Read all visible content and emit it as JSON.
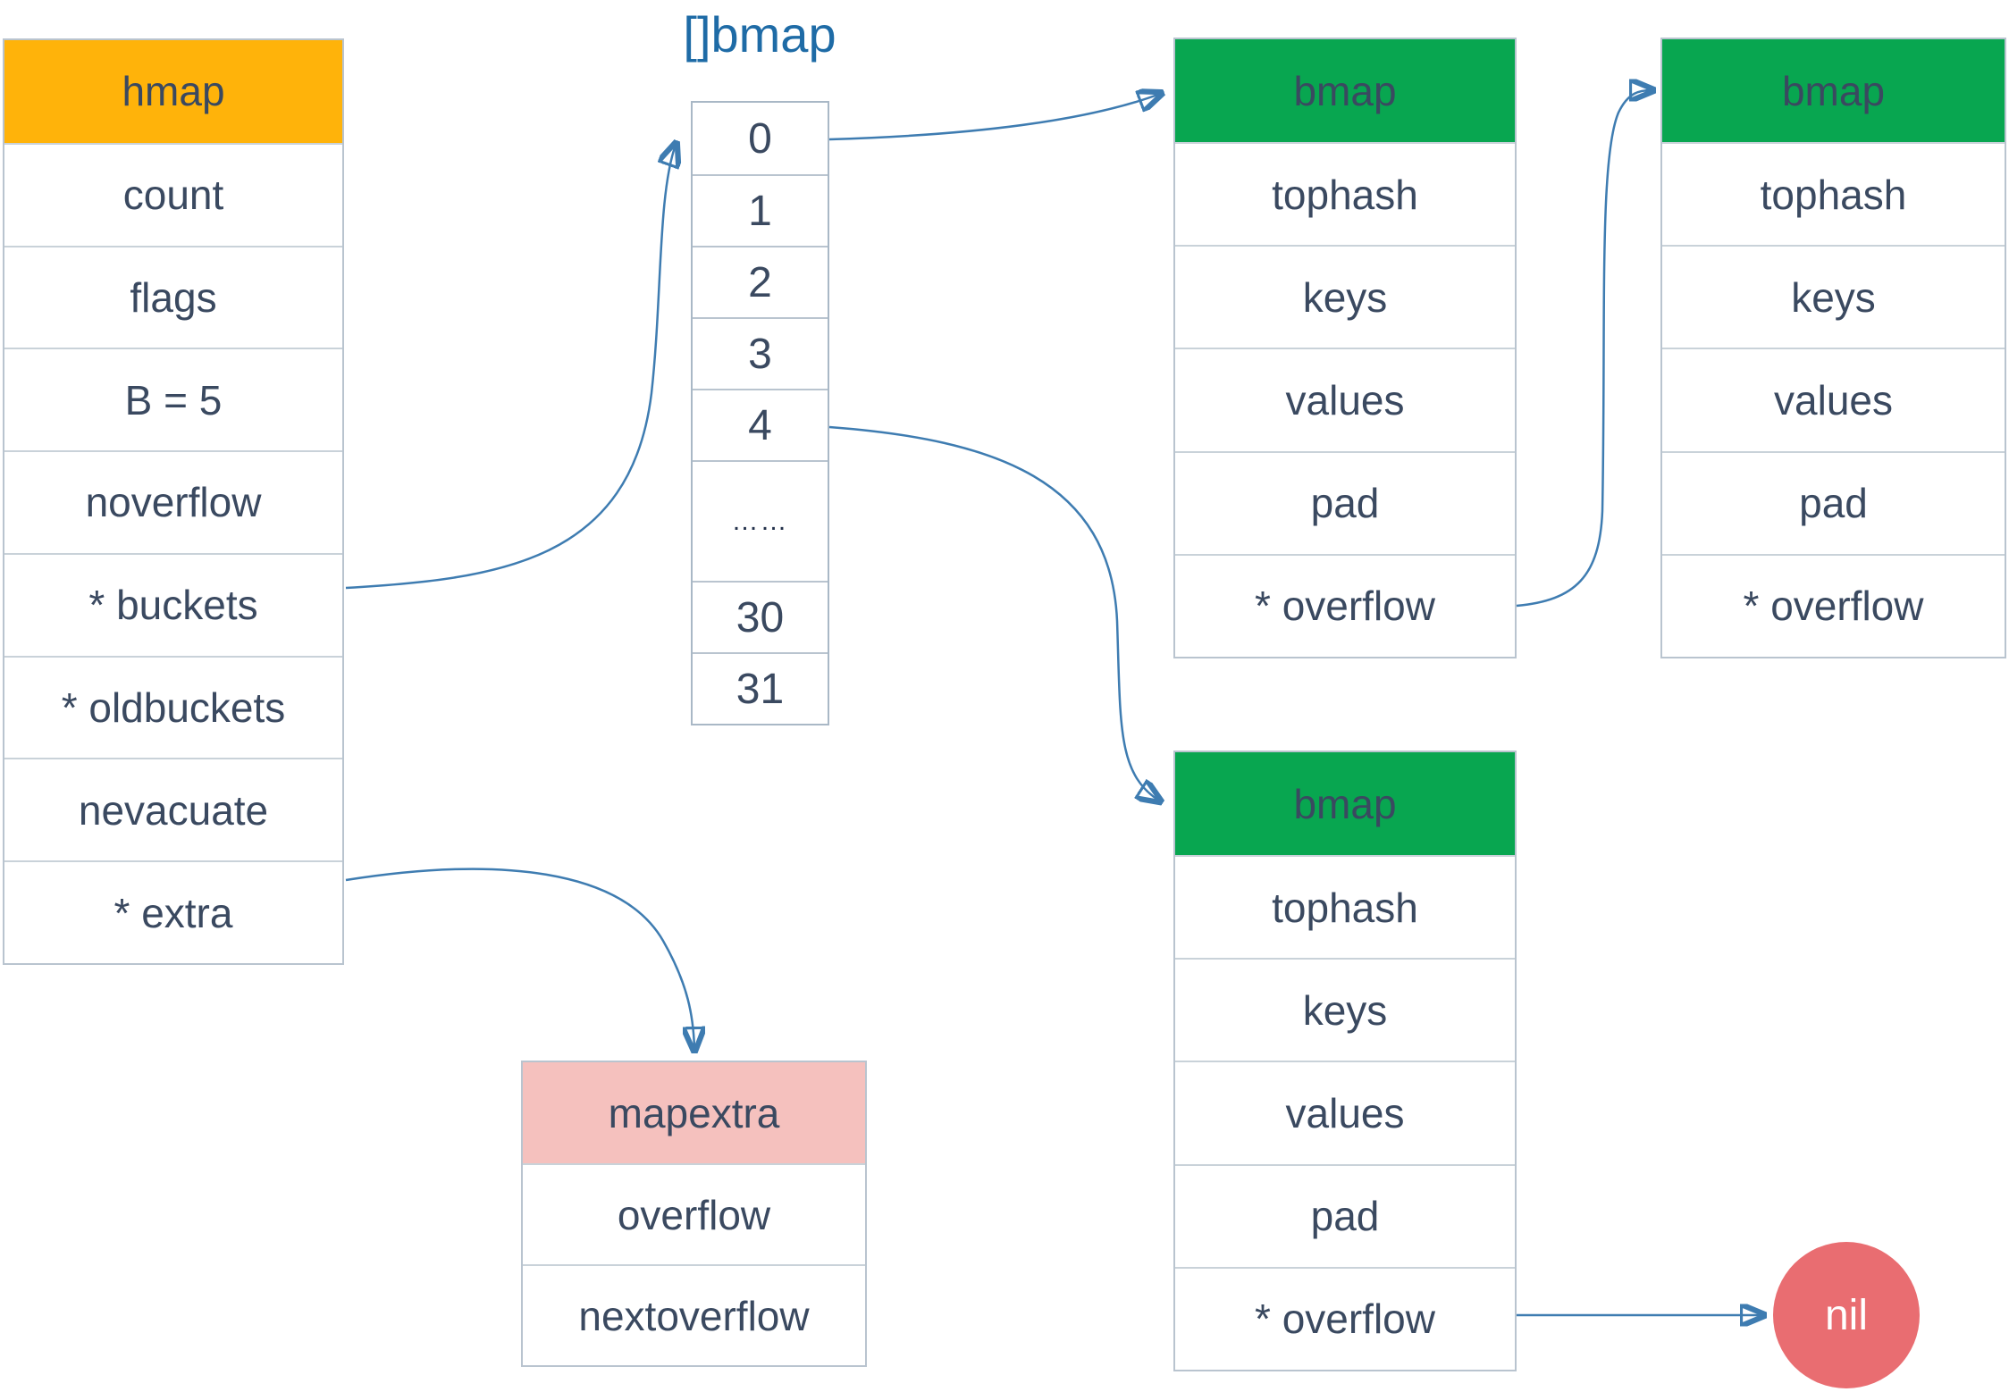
{
  "diagram": {
    "hmap": {
      "title": "hmap",
      "rows": [
        "count",
        "flags",
        "B = 5",
        "noverflow",
        "* buckets",
        "* oldbuckets",
        "nevacuate",
        "* extra"
      ]
    },
    "bmap_array": {
      "title": "[]bmap",
      "cells": [
        "0",
        "1",
        "2",
        "3",
        "4",
        "……",
        "30",
        "31"
      ]
    },
    "bmap1": {
      "title": "bmap",
      "rows": [
        "tophash",
        "keys",
        "values",
        "pad",
        "* overflow"
      ]
    },
    "bmap2": {
      "title": "bmap",
      "rows": [
        "tophash",
        "keys",
        "values",
        "pad",
        "* overflow"
      ]
    },
    "bmap3": {
      "title": "bmap",
      "rows": [
        "tophash",
        "keys",
        "values",
        "pad",
        "* overflow"
      ]
    },
    "mapextra": {
      "title": "mapextra",
      "rows": [
        "overflow",
        "nextoverflow"
      ]
    },
    "nil_label": "nil"
  },
  "colors": {
    "hmap_header": "#ffb30a",
    "bmap_header": "#08a650",
    "mapextra_header": "#f5c1be",
    "nil_circle": "#e96d71",
    "text": "#3a4960",
    "array_title_text": "#1e6ba6",
    "arrow": "#3e7cb1",
    "arrowhead": "#215fa3",
    "border": "#b9c4cf"
  }
}
